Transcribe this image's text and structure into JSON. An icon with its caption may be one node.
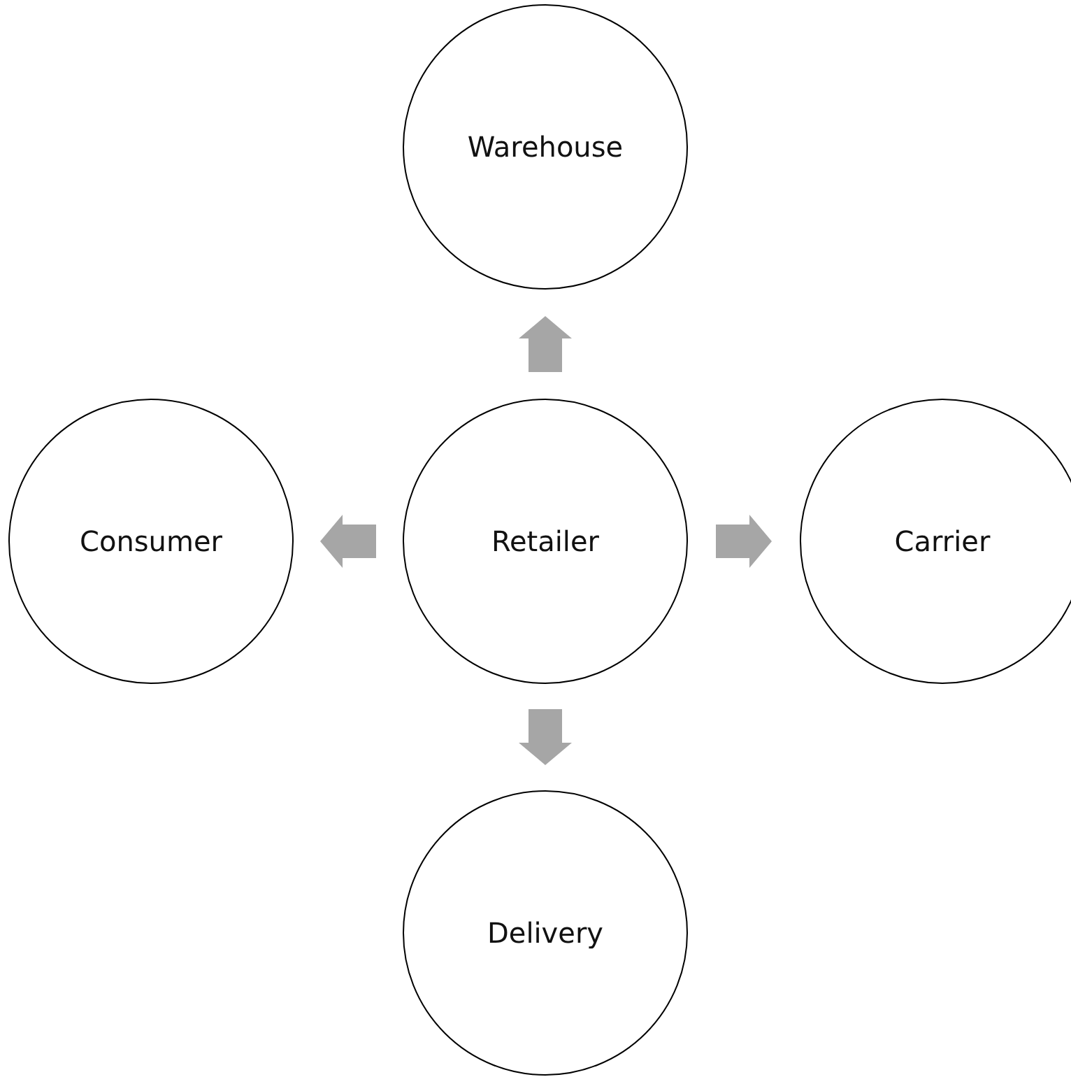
{
  "diagram": {
    "nodes": [
      {
        "text": [
          "Warehouse"
        ]
      },
      {
        "text": [
          "Consumer"
        ]
      },
      {
        "text": [
          "Retailer"
        ]
      },
      {
        "text": [
          "Carrier"
        ]
      },
      {
        "text": [
          "Delivery"
        ]
      }
    ],
    "edges": [
      {
        "from": 2,
        "to": 0,
        "arrow": "to"
      },
      {
        "from": 2,
        "to": 1,
        "arrow": "to"
      },
      {
        "from": 2,
        "to": 3,
        "arrow": "to"
      },
      {
        "from": 2,
        "to": 4,
        "arrow": "to"
      }
    ]
  }
}
